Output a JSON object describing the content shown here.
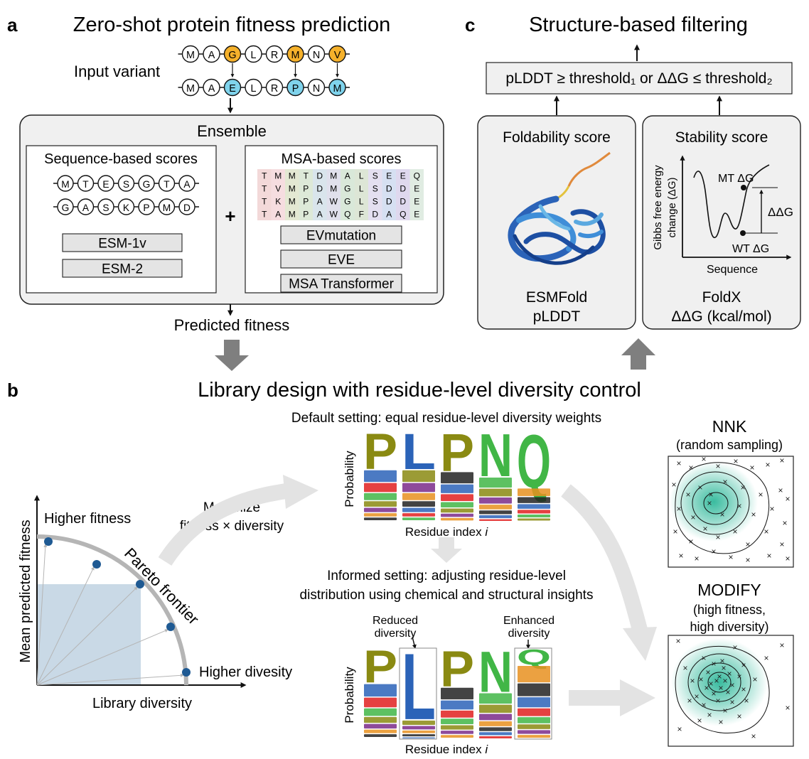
{
  "panel_a": {
    "letter": "a",
    "title": "Zero-shot protein fitness prediction",
    "input_variant_label": "Input variant",
    "top_sequence": [
      "M",
      "A",
      "G",
      "L",
      "R",
      "M",
      "N",
      "V"
    ],
    "bottom_sequence": [
      "M",
      "A",
      "E",
      "L",
      "R",
      "P",
      "N",
      "M"
    ],
    "ensemble_title": "Ensemble",
    "sequence_scores": {
      "title": "Sequence-based scores",
      "rows": [
        [
          "M",
          "T",
          "E",
          "S",
          "G",
          "T",
          "A"
        ],
        [
          "G",
          "A",
          "S",
          "K",
          "P",
          "M",
          "D"
        ]
      ],
      "models": [
        "ESM-1v",
        "ESM-2"
      ]
    },
    "plus": "+",
    "msa_scores": {
      "title": "MSA-based scores",
      "rows": [
        [
          "T",
          "M",
          "M",
          "T",
          "D",
          "M",
          "A",
          "L",
          "S",
          "E",
          "E",
          "Q"
        ],
        [
          "T",
          "V",
          "M",
          "P",
          "D",
          "M",
          "G",
          "L",
          "S",
          "D",
          "D",
          "E"
        ],
        [
          "T",
          "K",
          "M",
          "P",
          "A",
          "W",
          "G",
          "L",
          "S",
          "D",
          "D",
          "E"
        ],
        [
          "T",
          "A",
          "M",
          "P",
          "A",
          "W",
          "Q",
          "F",
          "D",
          "A",
          "Q",
          "E"
        ]
      ],
      "models": [
        "EVmutation",
        "EVE",
        "MSA Transformer"
      ]
    },
    "predicted_fitness": "Predicted fitness"
  },
  "panel_b": {
    "letter": "b",
    "title": "Library design with residue-level diversity control",
    "pareto": {
      "y_axis": "Mean predicted fitness",
      "x_axis": "Library diversity",
      "higher_fitness": "Higher fitness",
      "higher_diversity": "Higher divesity",
      "frontier_label": "Pareto frontier",
      "maximize_line1": "Maximize",
      "maximize_line2": "fitness × diversity"
    },
    "default_setting": "Default setting: equal residue-level diversity weights",
    "informed_line1": "Informed setting: adjusting residue-level",
    "informed_line2": "distribution using chemical and structural insights",
    "logo_y_label": "Probability",
    "logo_x_label": "Residue index",
    "logo_x_var": "i",
    "logo_top_letters": [
      "P",
      "L",
      "P",
      "N",
      "Q"
    ],
    "logo_bottom_letters": [
      "P",
      "L",
      "P",
      "N",
      "Q"
    ],
    "reduced_line1": "Reduced",
    "reduced_line2": "diversity",
    "enhanced_line1": "Enhanced",
    "enhanced_line2": "diversity",
    "nnk_title": "NNK",
    "nnk_subtitle": "(random sampling)",
    "modify_title": "MODIFY",
    "modify_sub1": "(high fitness,",
    "modify_sub2": "high diversity)"
  },
  "panel_c": {
    "letter": "c",
    "title": "Structure-based filtering",
    "criterion": "pLDDT ≥ threshold₁ or ΔΔG ≤ threshold₂",
    "foldability": {
      "title": "Foldability score",
      "method": "ESMFold",
      "metric": "pLDDT"
    },
    "stability": {
      "title": "Stability score",
      "y_label_line1": "Gibbs free energy",
      "y_label_line2": "change (ΔG)",
      "x_label": "Sequence",
      "mt": "MT ΔG",
      "wt": "WT ΔG",
      "ddg": "ΔΔG",
      "method": "FoldX",
      "metric": "ΔΔG (kcal/mol)"
    }
  },
  "colors": {
    "mutation_orange": "#f5b12b",
    "mutation_cyan": "#7fd3ec",
    "box_fill": "#f0f0f0",
    "button_fill": "#e4e4e4",
    "big_arrow": "#7f7f7f",
    "light_arrow": "#e3e3e3",
    "pareto_dot": "#1f5a93",
    "pareto_rect": "#c9d9e6",
    "logo_olive": "#8a8a12",
    "logo_blue": "#2b63b8",
    "logo_green": "#41b646",
    "logo_purple": "#7a2a8a",
    "teal": "#2fb89a"
  }
}
